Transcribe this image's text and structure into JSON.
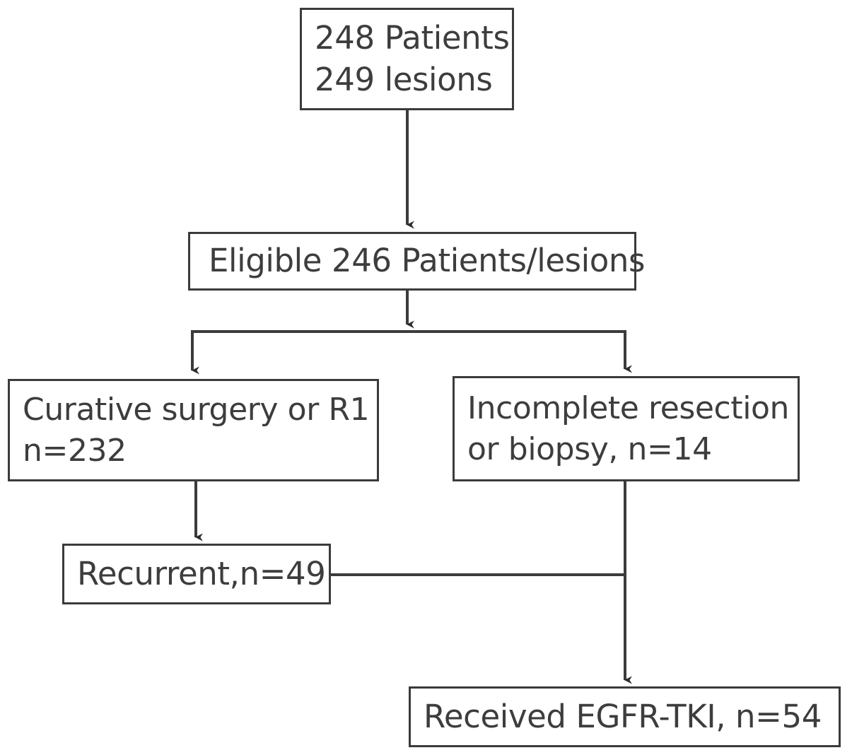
{
  "diagram": {
    "title": "Patient and lesion selection flow",
    "line_color": "#3b3b3b",
    "text_color": "#3d3d3d",
    "background": "#ffffff",
    "nodes": {
      "enrolled": {
        "line1": "248 Patients",
        "line2": "249 lesions"
      },
      "eligible": {
        "line1": "Eligible 246 Patients/lesions"
      },
      "curative": {
        "line1": "Curative surgery or R1",
        "line2": "n=232"
      },
      "incomplete": {
        "line1": "Incomplete resection",
        "line2": "or biopsy, n=14"
      },
      "recurrent": {
        "line1": "Recurrent,n=49"
      },
      "egfrtki": {
        "line1": "Received EGFR-TKI, n=54"
      }
    },
    "connectors": [
      {
        "name": "enrolled-to-eligible",
        "from": "enrolled",
        "to": "eligible",
        "style": "straight-arrow"
      },
      {
        "name": "eligible-split-stem",
        "from": "eligible",
        "to": "split-bar",
        "style": "straight-arrow"
      },
      {
        "name": "split-to-curative",
        "from": "split-bar",
        "to": "curative",
        "style": "elbow-arrow"
      },
      {
        "name": "split-to-incomplete",
        "from": "split-bar",
        "to": "incomplete",
        "style": "elbow-arrow"
      },
      {
        "name": "curative-to-recurrent",
        "from": "curative",
        "to": "recurrent",
        "style": "straight-arrow"
      },
      {
        "name": "incomplete-to-egfrtki",
        "from": "incomplete",
        "to": "egfrtki",
        "style": "straight-arrow"
      },
      {
        "name": "recurrent-to-egfrtki",
        "from": "recurrent",
        "to": "egfrtki",
        "style": "elbow-join"
      }
    ]
  }
}
